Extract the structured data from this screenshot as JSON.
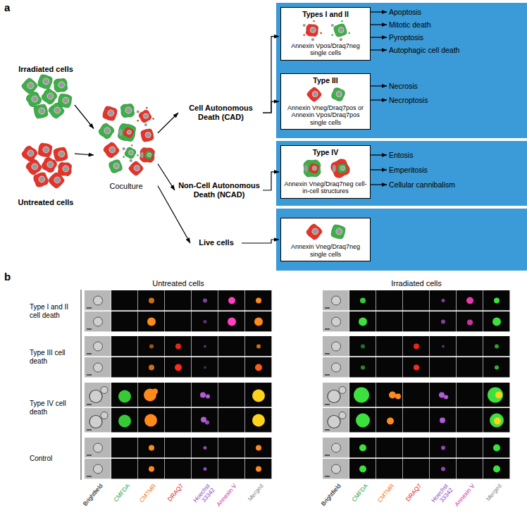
{
  "diagram": {
    "nodes": [
      {
        "text": [
          "Irradiated cells"
        ]
      },
      {
        "text": [
          "Untreated cells"
        ]
      },
      {
        "text": [
          "Coculture"
        ]
      },
      {
        "text": [
          "Cell Autonomous Death (CAD)"
        ]
      },
      {
        "text": [
          "Non-Cell Autonomous Death (NCAD)"
        ]
      },
      {
        "text": [
          "Live cells"
        ]
      },
      {
        "text": [
          "Types I and II",
          "Annexin Vpos/Draq7neg single cells"
        ]
      },
      {
        "text": [
          "Type III",
          "Annexin Vneg/Draq7pos or Annexin Vpos/Draq7pos single cells"
        ]
      },
      {
        "text": [
          "Type IV",
          "Annexin Vneg/Draq7neg cell-in-cell structures"
        ]
      },
      {
        "text": [
          "Annexin Vneg/Draq7neg single cells"
        ]
      },
      {
        "text": [
          "Apoptosis"
        ]
      },
      {
        "text": [
          "Mitotic death"
        ]
      },
      {
        "text": [
          "Pyroptosis"
        ]
      },
      {
        "text": [
          "Autophagic cell death"
        ]
      },
      {
        "text": [
          "Necrosis"
        ]
      },
      {
        "text": [
          "Necroptosis"
        ]
      },
      {
        "text": [
          "Entosis"
        ]
      },
      {
        "text": [
          "Emperitosis"
        ]
      },
      {
        "text": [
          "Cellular cannibalism"
        ]
      }
    ],
    "edges": [
      {
        "from": 0,
        "to": 2,
        "arrow": "to"
      },
      {
        "from": 1,
        "to": 2,
        "arrow": "to"
      },
      {
        "from": 2,
        "to": 3,
        "arrow": "to"
      },
      {
        "from": 2,
        "to": 4,
        "arrow": "to"
      },
      {
        "from": 2,
        "to": 5,
        "arrow": "to"
      },
      {
        "from": 3,
        "to": 6,
        "arrow": "to"
      },
      {
        "from": 3,
        "to": 7,
        "arrow": "to"
      },
      {
        "from": 4,
        "to": 8,
        "arrow": "to"
      },
      {
        "from": 5,
        "to": 9,
        "arrow": "to"
      },
      {
        "from": 6,
        "to": 10,
        "arrow": "to"
      },
      {
        "from": 6,
        "to": 11,
        "arrow": "to"
      },
      {
        "from": 6,
        "to": 12,
        "arrow": "to"
      },
      {
        "from": 6,
        "to": 13,
        "arrow": "to"
      },
      {
        "from": 7,
        "to": 14,
        "arrow": "to"
      },
      {
        "from": 7,
        "to": 15,
        "arrow": "to"
      },
      {
        "from": 8,
        "to": 16,
        "arrow": "to"
      },
      {
        "from": 8,
        "to": 17,
        "arrow": "to"
      },
      {
        "from": 8,
        "to": 18,
        "arrow": "to"
      }
    ],
    "labels": [
      "a",
      "b",
      "Untreated cells",
      "Irradiated cells",
      "Type I and II cell death",
      "Type III cell death",
      "Type IV cell death",
      "Control",
      "Brightfield",
      "CMFDA",
      "CMTMR",
      "DRAQ7",
      "Hoechst 33342",
      "Annexin V",
      "Merged",
      "Brightfield",
      "CMFDA",
      "CMTMR",
      "DRAQ7",
      "Hoechst 33342",
      "Annexin V",
      "Merged"
    ]
  }
}
